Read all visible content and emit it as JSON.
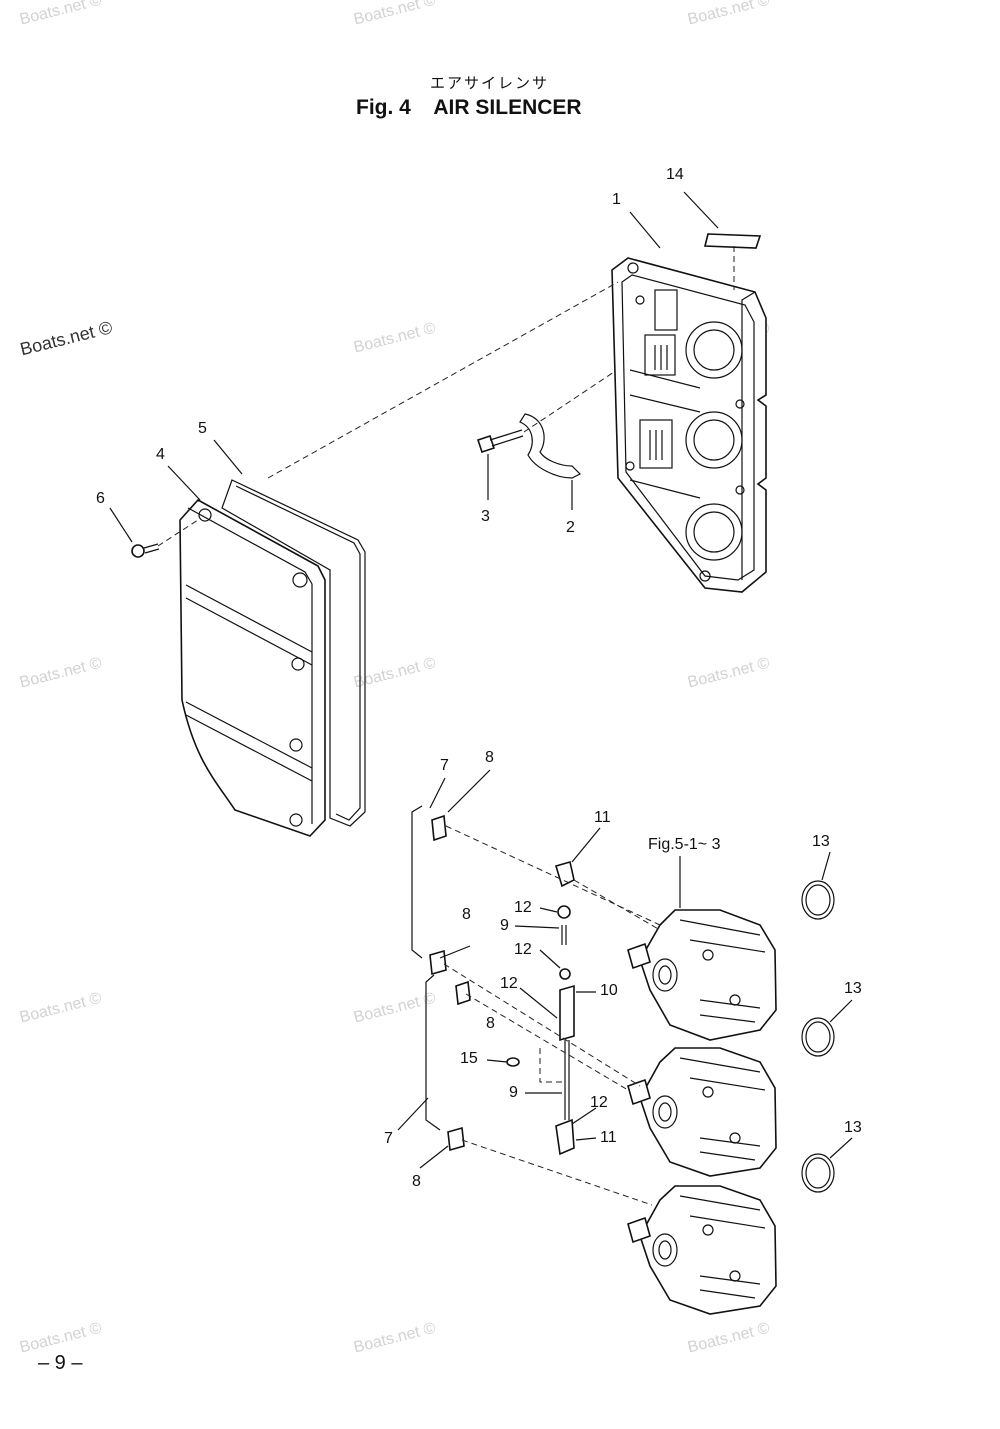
{
  "header": {
    "title_jp": "エアサイレンサ",
    "title_en": "Fig. 4    AIR SILENCER"
  },
  "footer": {
    "page": "– 9 –"
  },
  "watermarks": {
    "primary": "Boats.net ©",
    "faint": "Boats.net ©"
  },
  "callouts": {
    "p1": "1",
    "p14": "14",
    "p5": "5",
    "p4": "4",
    "p6": "6",
    "p3": "3",
    "p2": "2",
    "p7a": "7",
    "p8a": "8",
    "p11a": "11",
    "fig_ref": "Fig.5-1~ 3",
    "p13a": "13",
    "p12a": "12",
    "p9a": "9",
    "p8b": "8",
    "p12b": "12",
    "p12c": "12",
    "p10": "10",
    "p8c": "8",
    "p13b": "13",
    "p15": "15",
    "p9b": "9",
    "p12d": "12",
    "p11b": "11",
    "p7b": "7",
    "p8d": "8",
    "p13c": "13"
  }
}
